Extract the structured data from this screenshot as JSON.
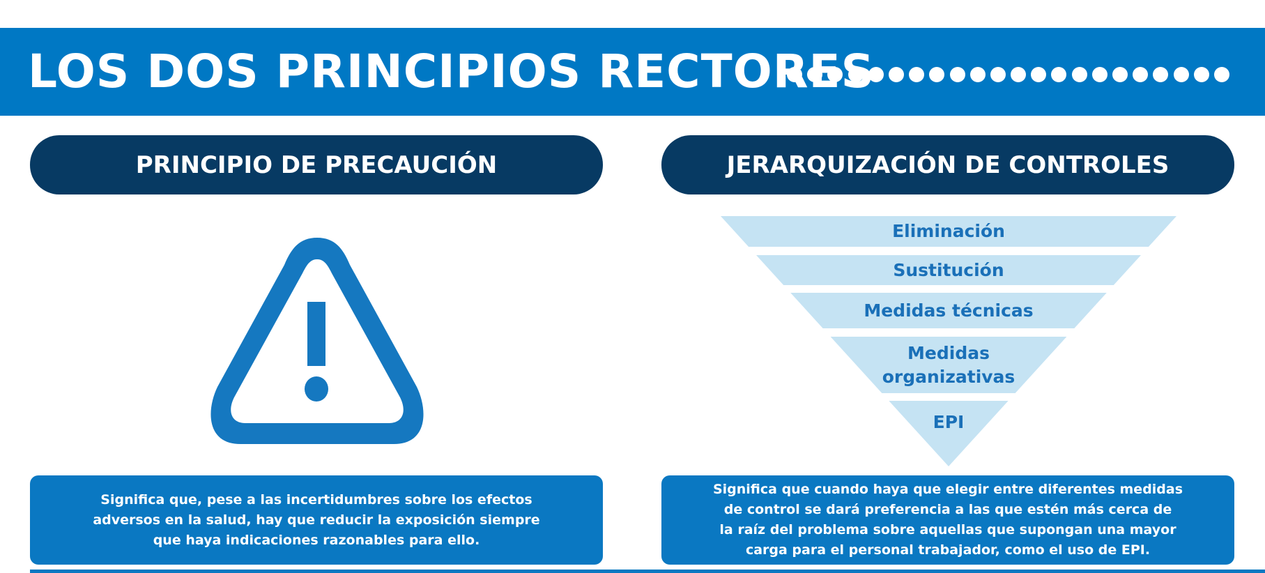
{
  "header": {
    "title": "LOS DOS PRINCIPIOS RECTORES",
    "dot_count": 22
  },
  "left": {
    "heading": "PRINCIPIO DE PRECAUCIÓN",
    "icon": "warning-triangle-icon",
    "description": [
      "Significa que, pese a las incertidumbres sobre los efectos",
      "adversos en la salud, hay que reducir la exposición siempre",
      "que haya indicaciones razonables para ello."
    ]
  },
  "right": {
    "heading": "JERARQUIZACIÓN DE CONTROLES",
    "levels": [
      {
        "label": "Eliminación"
      },
      {
        "label": "Sustitución"
      },
      {
        "label": "Medidas técnicas"
      },
      {
        "label": "Medidas organizativas",
        "lines": [
          "Medidas",
          "organizativas"
        ]
      },
      {
        "label": "EPI"
      }
    ],
    "description": [
      "Significa que cuando haya que elegir entre diferentes medidas",
      "de control se dará preferencia a las que estén más cerca de",
      "la raíz del problema sobre aquellas que supongan una mayor",
      "carga para el personal trabajador, como el uso de EPI."
    ]
  },
  "colors": {
    "primary": "#0078c4",
    "navy": "#073a63",
    "light": "#c5e3f3",
    "text_blue": "#1a70b8"
  }
}
